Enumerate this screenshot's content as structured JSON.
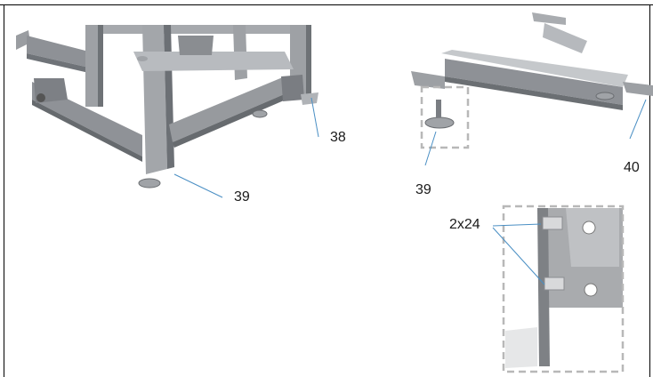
{
  "callouts": {
    "part_38": "38",
    "part_39_main": "39",
    "part_39_detail": "39",
    "part_40": "40",
    "bolt_qty": "2x24"
  },
  "colors": {
    "frame_steel": "#8e9196",
    "frame_dark": "#5f6368",
    "frame_light": "#b9bcc0",
    "plate": "#a9abae",
    "leader": "#4a8fc4",
    "dashed_box": "#b8b8b8"
  }
}
